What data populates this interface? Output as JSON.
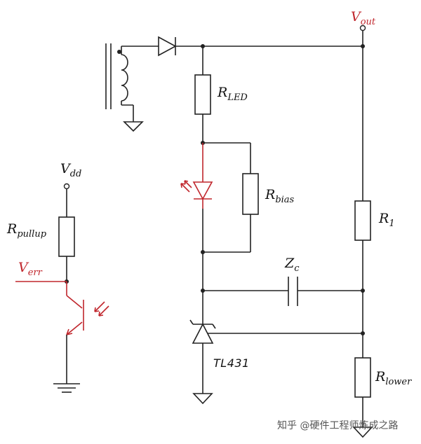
{
  "labels": {
    "vout": {
      "main": "V",
      "sub": "out"
    },
    "rled": {
      "main": "R",
      "sub": "LED"
    },
    "rbias": {
      "main": "R",
      "sub": "bias"
    },
    "r1": {
      "main": "R",
      "sub": "1"
    },
    "zc": {
      "main": "Z",
      "sub": "c"
    },
    "tl431": "TL431",
    "rlower": {
      "main": "R",
      "sub": "lower"
    },
    "vdd": {
      "main": "V",
      "sub": "dd"
    },
    "rpullup": {
      "main": "R",
      "sub": "pullup"
    },
    "verr": {
      "main": "V",
      "sub": "err"
    }
  },
  "watermark": "知乎 @硬件工程师炼成之路",
  "colors": {
    "wire": "#222222",
    "highlight": "#c0262c"
  }
}
